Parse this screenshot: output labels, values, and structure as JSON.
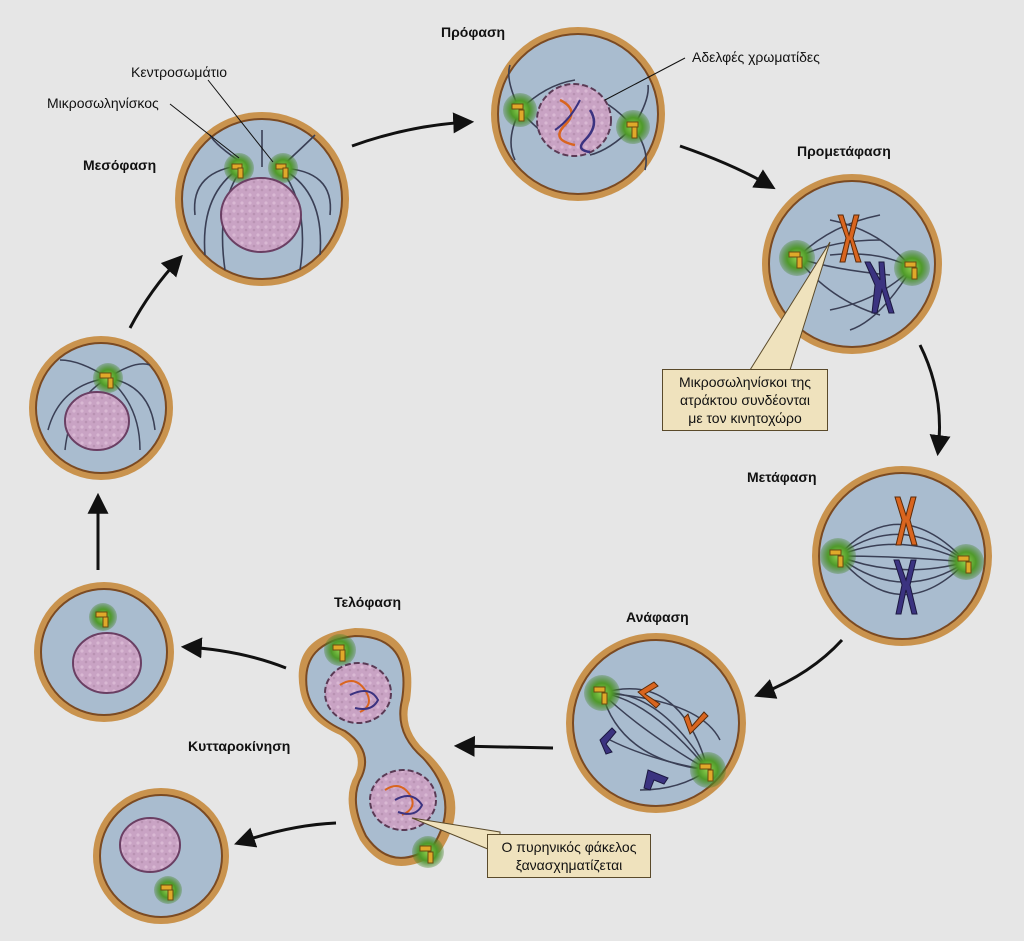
{
  "labels": {
    "centrosome": "Κεντροσωμάτιο",
    "microtubule": "Μικροσωληνίσκος",
    "sister_chromatids": "Αδελφές χρωματίδες"
  },
  "phases": {
    "interphase": "Μεσόφαση",
    "prophase": "Πρόφαση",
    "prometaphase": "Προμετάφαση",
    "metaphase": "Μετάφαση",
    "anaphase": "Ανάφαση",
    "telophase": "Τελόφαση",
    "cytokinesis": "Κυτταροκίνηση"
  },
  "callouts": {
    "kinetochore_line1": "Μικροσωληνίσκοι της",
    "kinetochore_line2": "ατράκτου συνδέονται",
    "kinetochore_line3": "με τον κινητοχώρο",
    "envelope_line1": "Ο πυρηνικός φάκελος",
    "envelope_line2": "ξανασχηματίζεται"
  },
  "colors": {
    "background": "#e6e6e6",
    "cell_wall": "#b8763c",
    "cytoplasm": "#a9bccf",
    "nucleus": "#c9a3c4",
    "centrosome_glow": "#4f9a2a",
    "centriole": "#e0a92a",
    "chromosome_orange": "#d9651f",
    "chromosome_purple": "#3b3380",
    "callout_bg": "#efe2bd"
  }
}
